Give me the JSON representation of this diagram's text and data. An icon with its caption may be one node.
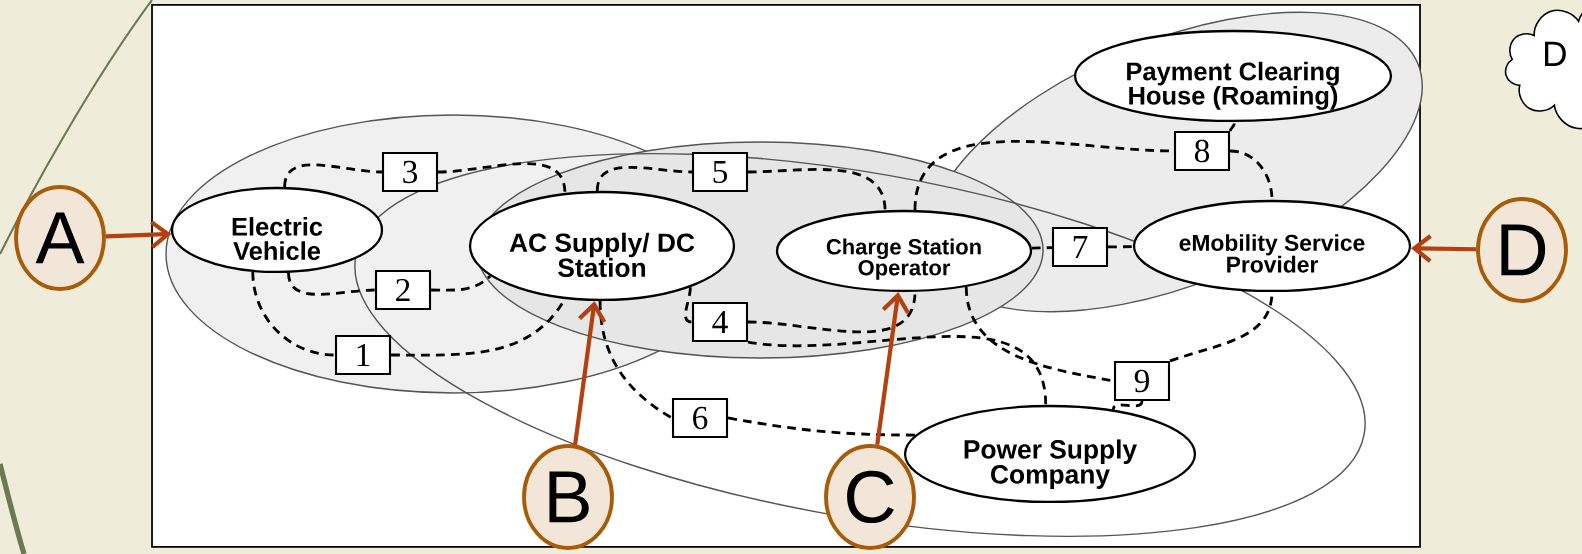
{
  "diagram": {
    "nodes": [
      {
        "text": [
          "Electric Vehicle"
        ]
      },
      {
        "text": [
          "AC Supply/ DC Station"
        ]
      },
      {
        "text": [
          "Charge Station Operator"
        ]
      },
      {
        "text": [
          "eMobility Service Provider"
        ]
      },
      {
        "text": [
          "Payment Clearing House (Roaming)"
        ]
      },
      {
        "text": [
          "Power Supply Company"
        ]
      },
      {
        "text": [
          "1"
        ]
      },
      {
        "text": [
          "2"
        ]
      },
      {
        "text": [
          "3"
        ]
      },
      {
        "text": [
          "4"
        ]
      },
      {
        "text": [
          "5"
        ]
      },
      {
        "text": [
          "6"
        ]
      },
      {
        "text": [
          "7"
        ]
      },
      {
        "text": [
          "8"
        ]
      },
      {
        "text": [
          "9"
        ]
      },
      {
        "text": [
          "A"
        ]
      },
      {
        "text": [
          "B"
        ]
      },
      {
        "text": [
          "C"
        ]
      },
      {
        "text": [
          "D"
        ]
      },
      {
        "text": [
          "D"
        ]
      }
    ],
    "edges": [
      {
        "from": 0,
        "to": 6,
        "arrow": "none",
        "style": "dashed"
      },
      {
        "from": 6,
        "to": 1,
        "arrow": "none",
        "style": "dashed"
      },
      {
        "from": 0,
        "to": 7,
        "arrow": "none",
        "style": "dashed"
      },
      {
        "from": 7,
        "to": 1,
        "arrow": "none",
        "style": "dashed"
      },
      {
        "from": 0,
        "to": 8,
        "arrow": "none",
        "style": "dashed"
      },
      {
        "from": 8,
        "to": 1,
        "arrow": "none",
        "style": "dashed"
      },
      {
        "from": 1,
        "to": 10,
        "arrow": "none",
        "style": "dashed"
      },
      {
        "from": 10,
        "to": 2,
        "arrow": "none",
        "style": "dashed"
      },
      {
        "from": 1,
        "to": 9,
        "arrow": "none",
        "style": "dashed"
      },
      {
        "from": 9,
        "to": 2,
        "arrow": "none",
        "style": "dashed"
      },
      {
        "from": 9,
        "to": 5,
        "arrow": "none",
        "style": "dashed"
      },
      {
        "from": 1,
        "to": 11,
        "arrow": "none",
        "style": "dashed"
      },
      {
        "from": 11,
        "to": 5,
        "arrow": "none",
        "style": "dashed"
      },
      {
        "from": 2,
        "to": 12,
        "arrow": "none",
        "style": "dashed"
      },
      {
        "from": 12,
        "to": 3,
        "arrow": "none",
        "style": "dashed"
      },
      {
        "from": 2,
        "to": 13,
        "arrow": "none",
        "style": "dashed"
      },
      {
        "from": 13,
        "to": 4,
        "arrow": "none",
        "style": "dashed"
      },
      {
        "from": 13,
        "to": 3,
        "arrow": "none",
        "style": "dashed"
      },
      {
        "from": 2,
        "to": 14,
        "arrow": "none",
        "style": "dashed"
      },
      {
        "from": 14,
        "to": 3,
        "arrow": "none",
        "style": "dashed"
      },
      {
        "from": 14,
        "to": 5,
        "arrow": "none",
        "style": "dashed"
      },
      {
        "from": 15,
        "to": 0,
        "arrow": "to",
        "color": "#b5400f"
      },
      {
        "from": 16,
        "to": 1,
        "arrow": "to",
        "color": "#b5400f"
      },
      {
        "from": 17,
        "to": 2,
        "arrow": "to",
        "color": "#b5400f"
      },
      {
        "from": 18,
        "to": 3,
        "arrow": "to",
        "color": "#b5400f"
      }
    ]
  }
}
